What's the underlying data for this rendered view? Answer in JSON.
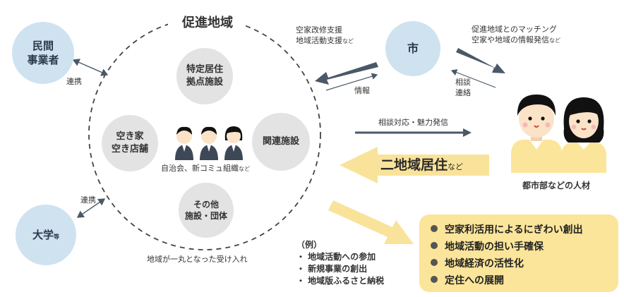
{
  "circle_title": "促進地域",
  "circle_caption": "地域が一丸となった受け入れ",
  "inner": {
    "tokutei": [
      "特定居住",
      "拠点施設"
    ],
    "akiya": [
      "空き家",
      "空き店舗"
    ],
    "kanren": "関連施設",
    "sonota": [
      "その他",
      "施設・団体"
    ],
    "jichikai": "自治会、新コミュ組織",
    "jichikai_suffix": "など"
  },
  "nodes": {
    "minkan": [
      "民間",
      "事業者"
    ],
    "daigaku": "大学",
    "daigaku_suffix": "等",
    "shi": "市"
  },
  "labels": {
    "renkei_top": "連携",
    "renkei_bottom": "連携",
    "shi_support_1": "空家改修支援",
    "shi_support_2": "地域活動支援",
    "shi_support_suffix": "など",
    "joho": "情報",
    "matching_1": "促進地域とのマッチング",
    "matching_2": "空家や地域の情報発信",
    "matching_suffix": "など",
    "sodan": [
      "相談",
      "連絡"
    ],
    "sodan_taio": "相談対応・魅力発信",
    "nichiiki": "二地域居住",
    "nichiiki_suffix": "など",
    "people_label": "都市部などの人材"
  },
  "example": {
    "title": "（例）",
    "items": [
      "・ 地域活動への参加",
      "・ 新規事業の創出",
      "・ 地域版ふるさと納税"
    ]
  },
  "effects": [
    "空家利活用によるにぎわい創出",
    "地域活動の担い手確保",
    "地域経済の活性化",
    "定住への展開"
  ],
  "colors": {
    "blue_node": "#cfe2f0",
    "gray_node": "#e3e3e3",
    "arrow_dark": "#4a5868",
    "yellow": "#fbe59a",
    "yellow_arrow": "#f9e39a"
  }
}
